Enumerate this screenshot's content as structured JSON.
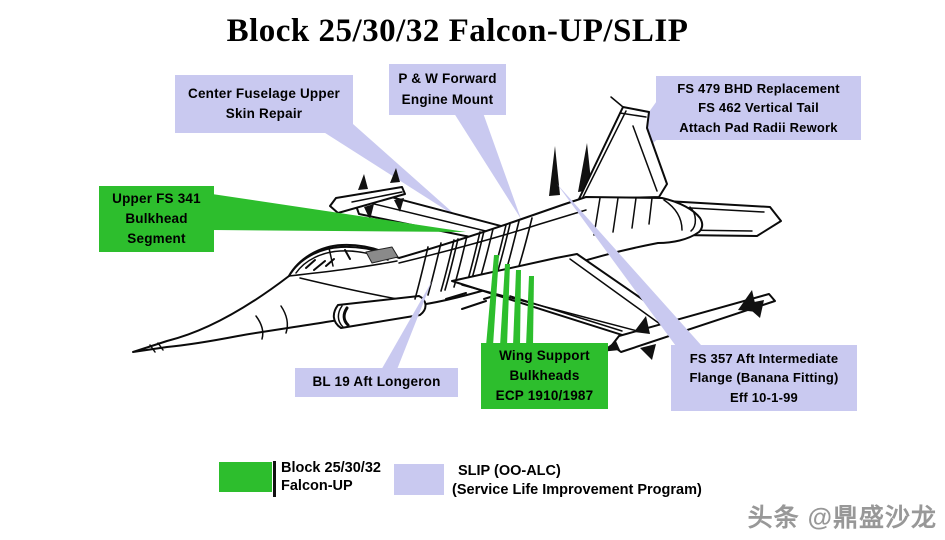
{
  "title": "Block 25/30/32 Falcon-UP/SLIP",
  "colors": {
    "falcon_up_green": "#2dbe2d",
    "slip_lavender": "#c9c9f0"
  },
  "callouts": {
    "center_fuselage": {
      "program": "SLIP",
      "lines": [
        "Center Fuselage Upper",
        "Skin Repair"
      ]
    },
    "pw_engine_mount": {
      "program": "SLIP",
      "lines": [
        "P & W Forward",
        "Engine Mount"
      ]
    },
    "fs479": {
      "program": "SLIP",
      "lines": [
        "FS 479 BHD Replacement",
        "FS 462 Vertical Tail",
        "Attach Pad Radii Rework"
      ]
    },
    "upper_fs341": {
      "program": "Falcon-UP",
      "lines": [
        "Upper FS 341",
        "Bulkhead",
        "Segment"
      ]
    },
    "bl19": {
      "program": "SLIP",
      "lines": [
        "BL 19 Aft Longeron"
      ]
    },
    "wing_support": {
      "program": "Falcon-UP",
      "lines": [
        "Wing Support",
        "Bulkheads",
        "ECP 1910/1987"
      ]
    },
    "fs357": {
      "program": "SLIP",
      "lines": [
        "FS 357 Aft Intermediate",
        "Flange (Banana Fitting)",
        "Eff 10-1-99"
      ]
    }
  },
  "legend": {
    "falcon_up": {
      "lines": [
        "Block 25/30/32",
        "Falcon-UP"
      ]
    },
    "slip": {
      "lines": [
        "SLIP (OO-ALC)",
        "(Service Life Improvement Program)"
      ]
    }
  },
  "watermark": "头条 @鼎盛沙龙",
  "diagram_subject": "F-16 fighter line drawing with modification callouts"
}
